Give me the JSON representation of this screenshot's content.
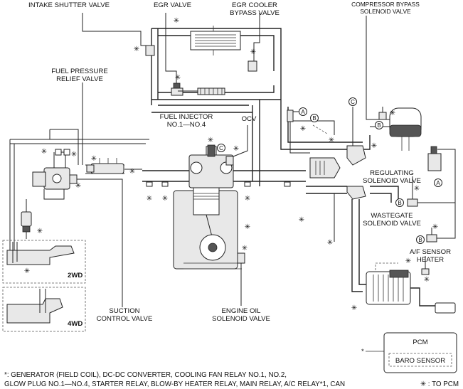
{
  "labels": {
    "intake_shutter_valve": "INTAKE SHUTTER VALVE",
    "egr_valve": "EGR VALVE",
    "egr_cooler_bypass_1": "EGR COOLER",
    "egr_cooler_bypass_2": "BYPASS VALVE",
    "compressor_bypass_1": "COMPRESSOR BYPASS",
    "compressor_bypass_2": "SOLENOID VALVE",
    "fuel_pressure_relief_1": "FUEL PRESSURE",
    "fuel_pressure_relief_2": "RELIEF VALVE",
    "fuel_injector_1": "FUEL INJECTOR",
    "fuel_injector_2": "NO.1—NO.4",
    "ocv": "OCV",
    "regulating_1": "REGULATING",
    "regulating_2": "SOLENOID VALVE",
    "wastegate_1": "WASTEGATE",
    "wastegate_2": "SOLENOID VALVE",
    "af_sensor_1": "A/F SENSOR",
    "af_sensor_2": "HEATER",
    "suction_1": "SUCTION",
    "suction_2": "CONTROL VALVE",
    "engine_oil_1": "ENGINE OIL",
    "engine_oil_2": "SOLENOID VALVE",
    "two_wd": "2WD",
    "four_wd": "4WD"
  },
  "connectors": {
    "a": "A",
    "b": "B",
    "c": "C"
  },
  "pcm": {
    "title": "PCM",
    "baro_sensor": "BARO SENSOR",
    "asterisk": "*"
  },
  "legend": {
    "to_pcm": "✳ : TO PCM"
  },
  "footnote": {
    "line1": "*: GENERATOR (FIELD COIL), DC-DC CONVERTER, COOLING FAN RELAY NO.1, NO.2,",
    "line2": "GLOW PLUG NO.1—NO.4, STARTER RELAY, BLOW-BY HEATER RELAY, MAIN RELAY, A/C RELAY*1, CAN"
  },
  "symbols": {
    "to_pcm_mark": "✳"
  }
}
